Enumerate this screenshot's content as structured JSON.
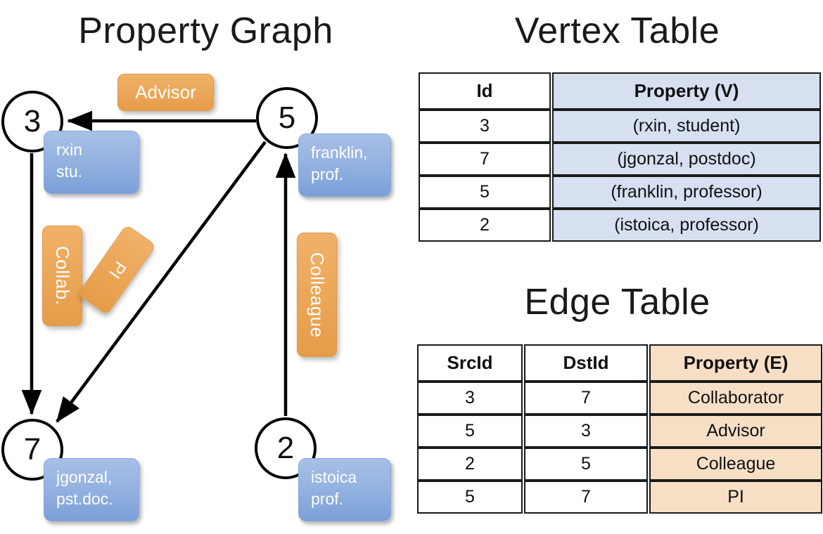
{
  "titles": {
    "graph": "Property Graph",
    "vertex_table": "Vertex Table",
    "edge_table": "Edge Table"
  },
  "graph": {
    "nodes": [
      {
        "id": "3",
        "name": "node-3",
        "prop_line1": "rxin",
        "prop_line2": "stu."
      },
      {
        "id": "5",
        "name": "node-5",
        "prop_line1": "franklin,",
        "prop_line2": "prof."
      },
      {
        "id": "7",
        "name": "node-7",
        "prop_line1": "jgonzal,",
        "prop_line2": "pst.doc."
      },
      {
        "id": "2",
        "name": "node-2",
        "prop_line1": "istoica",
        "prop_line2": "prof."
      }
    ],
    "edge_labels": {
      "advisor": "Advisor",
      "collab": "Collab.",
      "pi": "PI",
      "colleague": "Colleague"
    },
    "edges": [
      {
        "from": "5",
        "to": "3",
        "label": "Advisor"
      },
      {
        "from": "3",
        "to": "7",
        "label": "Collab."
      },
      {
        "from": "5",
        "to": "7",
        "label": "PI"
      },
      {
        "from": "2",
        "to": "5",
        "label": "Colleague"
      }
    ]
  },
  "vertex_table": {
    "headers": [
      "Id",
      "Property (V)"
    ],
    "rows": [
      {
        "id": "3",
        "property": "(rxin, student)"
      },
      {
        "id": "7",
        "property": "(jgonzal, postdoc)"
      },
      {
        "id": "5",
        "property": "(franklin, professor)"
      },
      {
        "id": "2",
        "property": "(istoica, professor)"
      }
    ]
  },
  "edge_table": {
    "headers": [
      "SrcId",
      "DstId",
      "Property (E)"
    ],
    "rows": [
      {
        "src": "3",
        "dst": "7",
        "property": "Collaborator"
      },
      {
        "src": "5",
        "dst": "3",
        "property": "Advisor"
      },
      {
        "src": "2",
        "dst": "5",
        "property": "Colleague"
      },
      {
        "src": "5",
        "dst": "7",
        "property": "PI"
      }
    ]
  },
  "colors": {
    "vertex_property_fill": "#d6e0f1",
    "edge_property_fill": "#f7dfc6",
    "callout_blue": "#94b2e0",
    "chip_orange": "#eca85a",
    "stroke": "#000000"
  }
}
